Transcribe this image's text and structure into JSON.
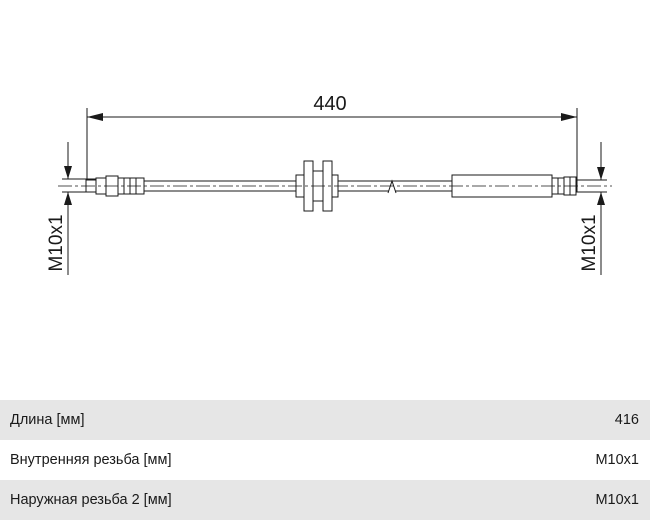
{
  "drawing": {
    "length_dimension": "440",
    "left_thread_label": "M10x1",
    "right_thread_label": "M10x1"
  },
  "specs": [
    {
      "label": "Длина [мм]",
      "value": "416"
    },
    {
      "label": "Внутренняя резьба [мм]",
      "value": "M10x1"
    },
    {
      "label": "Наружная резьба 2 [мм]",
      "value": "M10x1"
    }
  ]
}
